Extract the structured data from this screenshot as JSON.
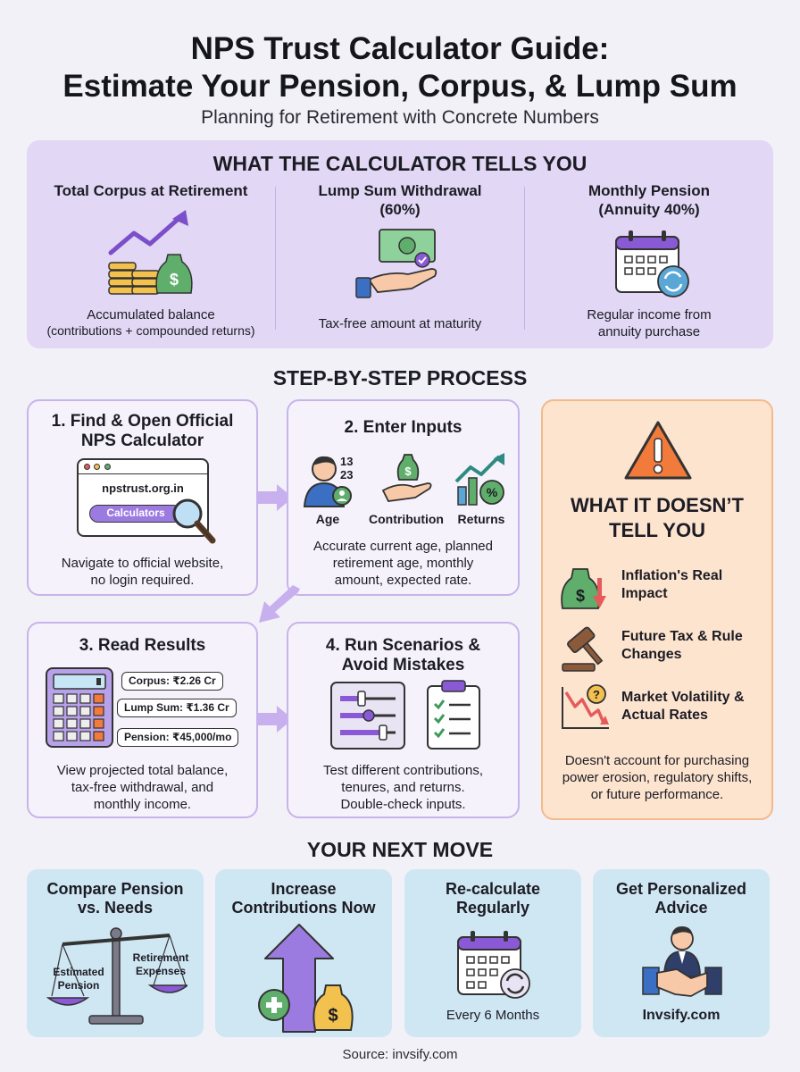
{
  "header": {
    "title_line1": "NPS Trust Calculator Guide:",
    "title_line2": "Estimate Your Pension, Corpus, & Lump Sum",
    "subtitle": "Planning for Retirement with Concrete Numbers"
  },
  "tells": {
    "title": "WHAT THE CALCULATOR TELLS YOU",
    "cols": [
      {
        "heading": "Total Corpus at Retirement",
        "heading2": "",
        "desc1": "Accumulated balance",
        "desc2": "(contributions + compounded returns)"
      },
      {
        "heading": "Lump Sum Withdrawal",
        "heading2": "(60%)",
        "desc1": "Tax-free amount at maturity",
        "desc2": ""
      },
      {
        "heading": "Monthly Pension",
        "heading2": "(Annuity 40%)",
        "desc1": "Regular income from",
        "desc2": "annuity purchase"
      }
    ]
  },
  "steps": {
    "title": "STEP-BY-STEP PROCESS",
    "step1": {
      "title1": "1. Find & Open Official",
      "title2": "NPS Calculator",
      "url": "npstrust.org.in",
      "button": "Calculators",
      "desc1": "Navigate to official website,",
      "desc2": "no login required."
    },
    "step2": {
      "title": "2. Enter Inputs",
      "numbers1": "13",
      "numbers2": "23",
      "labels": [
        "Age",
        "Contribution",
        "Returns"
      ],
      "desc1": "Accurate current age, planned",
      "desc2": "retirement age, monthly",
      "desc3": "amount, expected rate."
    },
    "step3": {
      "title": "3. Read Results",
      "corpus": "Corpus: ₹2.26 Cr",
      "lump": "Lump Sum: ₹1.36 Cr",
      "pension": "Pension: ₹45,000/mo",
      "desc1": "View projected total balance,",
      "desc2": "tax-free withdrawal, and",
      "desc3": "monthly income."
    },
    "step4": {
      "title1": "4. Run Scenarios &",
      "title2": "Avoid Mistakes",
      "desc1": "Test different contributions,",
      "desc2": "tenures, and returns.",
      "desc3": "Double-check inputs."
    }
  },
  "doesnt": {
    "title1": "WHAT IT DOESN’T",
    "title2": "TELL YOU",
    "items": [
      {
        "l1": "Inflation's Real",
        "l2": "Impact"
      },
      {
        "l1": "Future Tax & Rule",
        "l2": "Changes"
      },
      {
        "l1": "Market Volatility &",
        "l2": "Actual Rates"
      }
    ],
    "desc1": "Doesn't account for purchasing",
    "desc2": "power erosion, regulatory shifts,",
    "desc3": "or future performance."
  },
  "next": {
    "title": "YOUR NEXT MOVE",
    "cards": [
      {
        "t1": "Compare Pension",
        "t2": "vs. Needs",
        "left_label1": "Estimated",
        "left_label2": "Pension",
        "right_label1": "Retirement",
        "right_label2": "Expenses"
      },
      {
        "t1": "Increase",
        "t2": "Contributions Now"
      },
      {
        "t1": "Re-calculate",
        "t2": "Regularly",
        "caption": "Every 6 Months"
      },
      {
        "t1": "Get Personalized",
        "t2": "Advice",
        "caption": "Invsify.com"
      }
    ]
  },
  "source": "Source: invsify.com",
  "colors": {
    "purple": "#8a5ad6",
    "purple_light": "#e2d7f4",
    "orange_bg": "#fde4cf",
    "orange_accent": "#f27a3a",
    "blue_bg": "#cfe6f3",
    "green": "#3d9a5a"
  }
}
